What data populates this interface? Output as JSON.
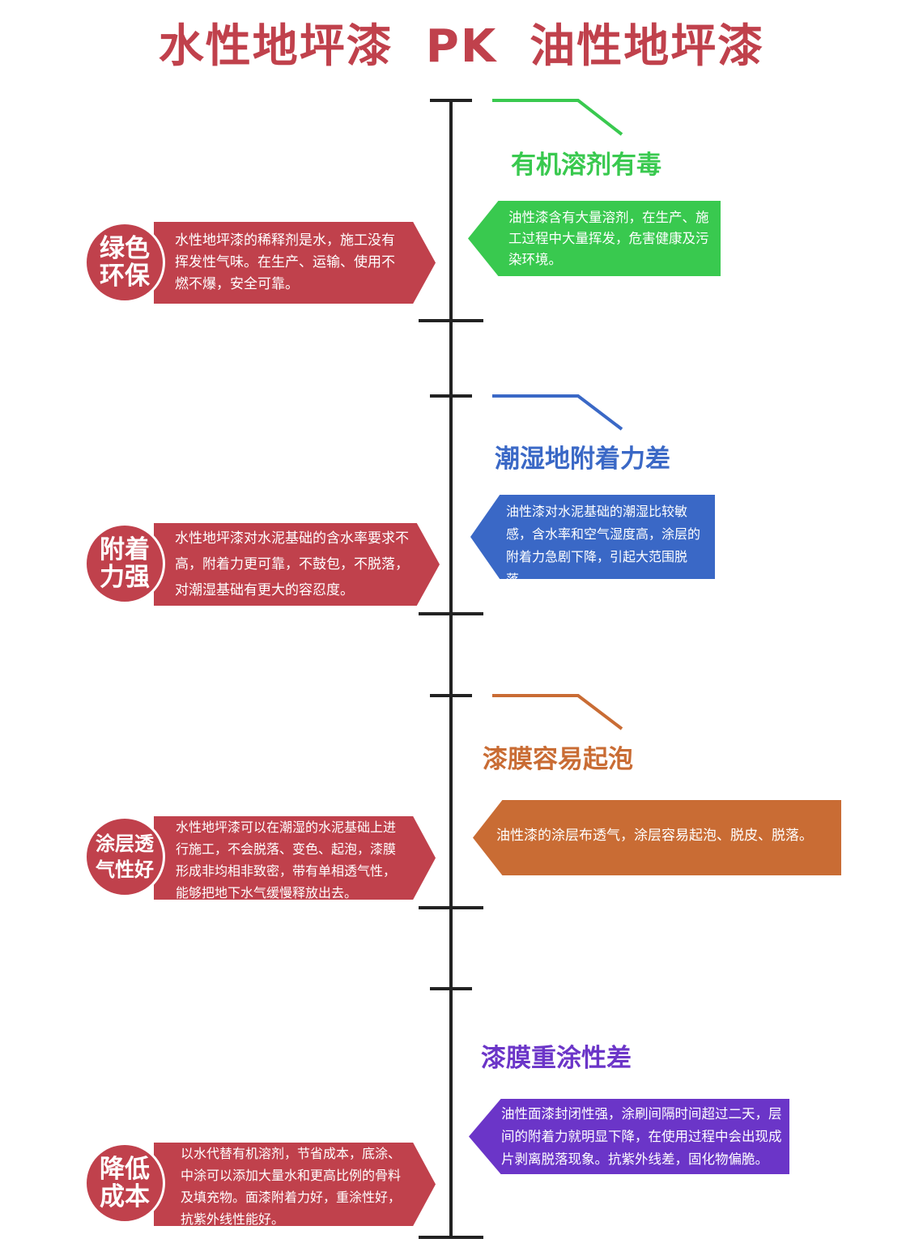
{
  "title": {
    "left": "水性地坪漆",
    "pk": "PK",
    "right": "油性地坪漆"
  },
  "colors": {
    "water": "#c0414c",
    "green": "#39c94f",
    "blue": "#3a68c6",
    "orange": "#c96c34",
    "purple": "#6b35c8",
    "axis": "#222222"
  },
  "rows": [
    {
      "badge": [
        "绿色",
        "环保"
      ],
      "water_text": "水性地坪漆的稀释剂是水，施工没有挥发性气味。在生产、运输、使用不燃不爆，安全可靠。",
      "oil_heading": "有机溶剂有毒",
      "oil_text": "油性漆含有大量溶剂，在生产、施工过程中大量挥发，危害健康及污染环境。"
    },
    {
      "badge": [
        "附着",
        "力强"
      ],
      "water_text": "水性地坪漆对水泥基础的含水率要求不高，附着力更可靠，不鼓包，不脱落，对潮湿基础有更大的容忍度。",
      "oil_heading": "潮湿地附着力差",
      "oil_text": "油性漆对水泥基础的潮湿比较敏感，含水率和空气湿度高，涂层的附着力急剧下降，引起大范围脱落。"
    },
    {
      "badge": [
        "涂层透",
        "气性好"
      ],
      "water_text": "水性地坪漆可以在潮湿的水泥基础上进行施工，不会脱落、变色、起泡，漆膜形成非均相非致密，带有单相透气性，能够把地下水气缓慢释放出去。",
      "oil_heading": "漆膜容易起泡",
      "oil_text": "油性漆的涂层布透气，涂层容易起泡、脱皮、脱落。"
    },
    {
      "badge": [
        "降低",
        "成本"
      ],
      "water_text": "以水代替有机溶剂，节省成本，底涂、中涂可以添加大量水和更高比例的骨料及填充物。面漆附着力好，重涂性好，抗紫外线性能好。",
      "oil_heading": "漆膜重涂性差",
      "oil_text": "油性面漆封闭性强，涂刷间隔时间超过二天，层间的附着力就明显下降，在使用过程中会出现成片剥离脱落现象。抗紫外线差，固化物偏脆。"
    }
  ]
}
